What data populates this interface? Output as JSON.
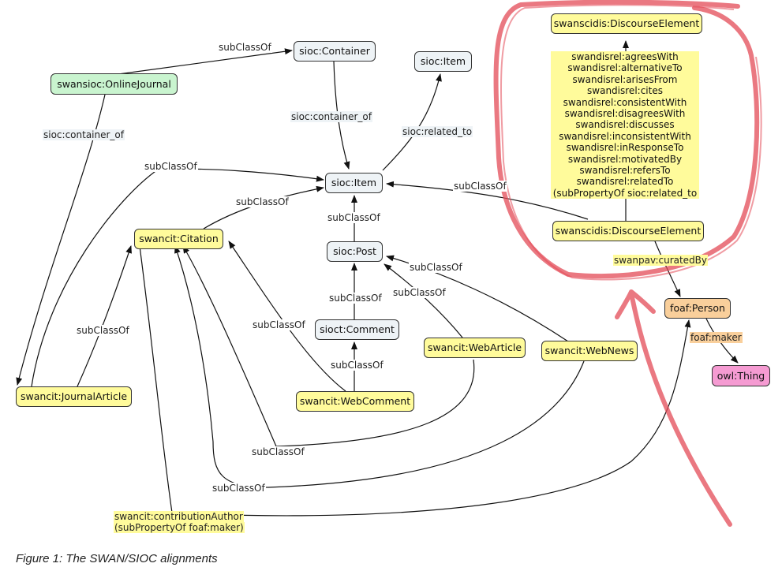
{
  "colors": {
    "grey": "#eef3f6",
    "green": "#c9f4cf",
    "yellow": "#fffb9b",
    "orange": "#f9cf9b",
    "pink": "#f59bd2",
    "annotation": "#e34b57"
  },
  "nodes": {
    "online_journal": "swansioc:OnlineJournal",
    "container": "sioc:Container",
    "item_top": "sioc:Item",
    "item": "sioc:Item",
    "discourse_top": "swanscidis:DiscourseElement",
    "discourse": "swanscidis:DiscourseElement",
    "citation": "swancit:Citation",
    "post": "sioc:Post",
    "comment": "sioct:Comment",
    "web_article": "swancit:WebArticle",
    "web_news": "swancit:WebNews",
    "journal_article": "swancit:JournalArticle",
    "web_comment": "swancit:WebComment",
    "person": "foaf:Person",
    "thing": "owl:Thing"
  },
  "discourse_properties": [
    "swandisrel:agreesWith",
    "swandisrel:alternativeTo",
    "swandisrel:arisesFrom",
    "swandisrel:cites",
    "swandisrel:consistentWith",
    "swandisrel:disagreesWith",
    "swandisrel:discusses",
    "swandisrel:inconsistentWith",
    "swandisrel:inResponseTo",
    "swandisrel:motivatedBy",
    "swandisrel:refersTo",
    "swandisrel:relatedTo",
    "(subPropertyOf sioc:related_to"
  ],
  "edge_labels": {
    "subclassof": "subClassOf",
    "container_of": "sioc:container_of",
    "related_to": "sioc:related_to",
    "curated_by": "swanpav:curatedBy",
    "maker": "foaf:maker",
    "contribution_author": "swancit:contributionAuthor",
    "contribution_sub": "(subPropertyOf foaf:maker)"
  },
  "caption": "Figure 1: The SWAN/SIOC alignments"
}
